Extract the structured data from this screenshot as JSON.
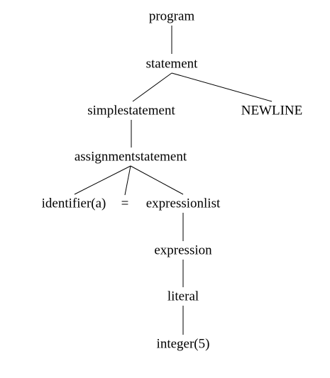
{
  "parse_tree": {
    "root": {
      "label": "program",
      "children": [
        {
          "label": "statement",
          "children": [
            {
              "label": "simplestatement",
              "children": [
                {
                  "label": "assignmentstatement",
                  "children": [
                    {
                      "label": "identifier(a)",
                      "children": []
                    },
                    {
                      "label": "=",
                      "children": []
                    },
                    {
                      "label": "expressionlist",
                      "children": [
                        {
                          "label": "expression",
                          "children": [
                            {
                              "label": "literal",
                              "children": [
                                {
                                  "label": "integer(5)",
                                  "children": []
                                }
                              ]
                            }
                          ]
                        }
                      ]
                    }
                  ]
                }
              ]
            },
            {
              "label": "NEWLINE",
              "children": []
            }
          ]
        }
      ]
    }
  },
  "colors": {
    "background": "#ffffff",
    "text": "#000000",
    "edge": "#000000"
  }
}
